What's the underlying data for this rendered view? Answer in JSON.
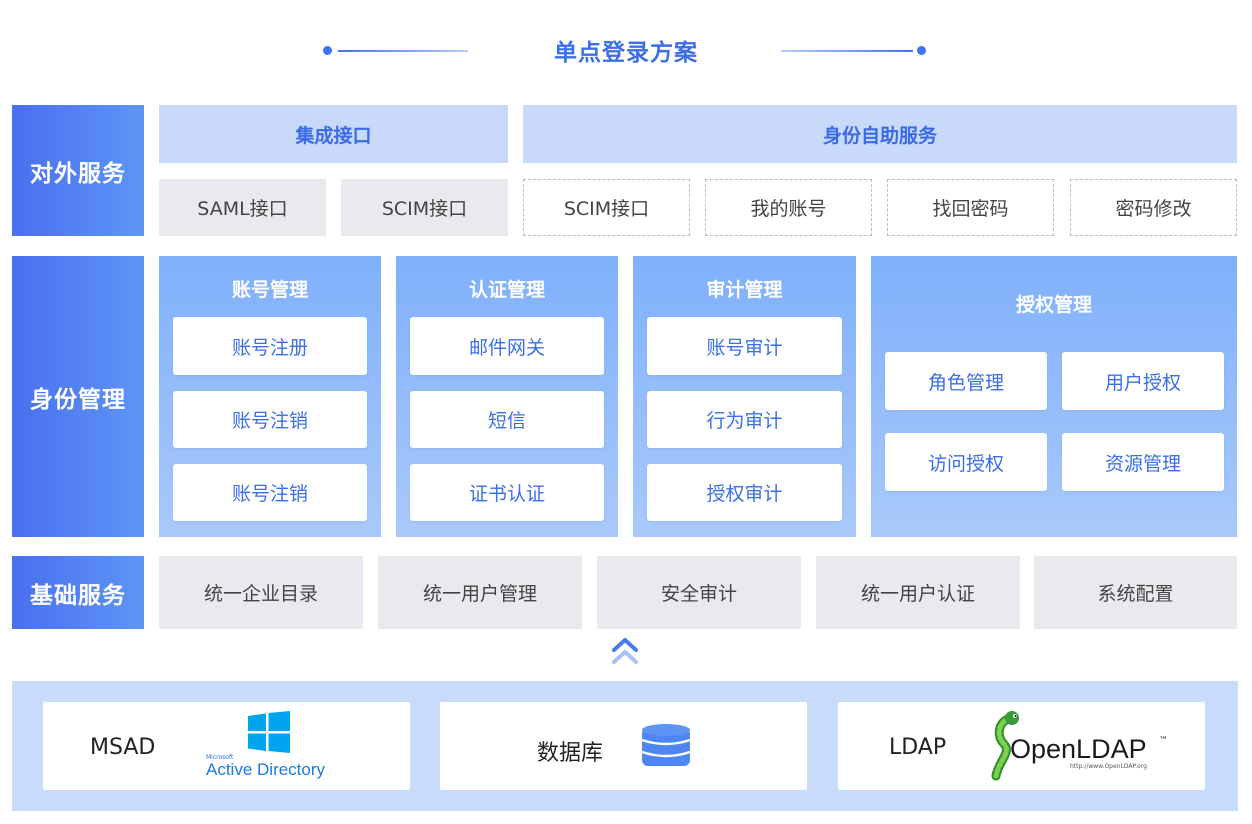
{
  "title": "单点登录方案",
  "rows": {
    "external": {
      "label": "对外服务",
      "integration": {
        "header": "集成接口",
        "items": [
          "SAML接口",
          "SCIM接口"
        ]
      },
      "self_service": {
        "header": "身份自助服务",
        "items": [
          "SCIM接口",
          "我的账号",
          "找回密码",
          "密码修改"
        ]
      }
    },
    "identity": {
      "label": "身份管理",
      "account": {
        "title": "账号管理",
        "items": [
          "账号注册",
          "账号注销",
          "账号注销"
        ]
      },
      "auth": {
        "title": "认证管理",
        "items": [
          "邮件网关",
          "短信",
          "证书认证"
        ]
      },
      "audit": {
        "title": "审计管理",
        "items": [
          "账号审计",
          "行为审计",
          "授权审计"
        ]
      },
      "authz": {
        "title": "授权管理",
        "items": [
          "角色管理",
          "用户授权",
          "访问授权",
          "资源管理"
        ]
      }
    },
    "base": {
      "label": "基础服务",
      "items": [
        "统一企业目录",
        "统一用户管理",
        "安全审计",
        "统一用户认证",
        "系统配置"
      ]
    }
  },
  "sources": {
    "msad": {
      "label": "MSAD",
      "logo_small": "Microsoft",
      "logo_text": "Active Directory",
      "icon": "windows-logo-icon"
    },
    "database": {
      "label": "数据库",
      "icon": "database-icon"
    },
    "ldap": {
      "label": "LDAP",
      "logo_text": "OpenLDAP",
      "logo_tm": "™",
      "logo_url": "http://www.OpenLDAP.org",
      "icon": "openldap-worm-icon"
    }
  },
  "colors": {
    "accent": "#3b6fe6",
    "side_label": "#4a6ff0",
    "panel": "#7fb0fb",
    "header_bar": "#c8d9fa",
    "grey_box": "#e8eaee",
    "bottom_bg": "#c9dbfb"
  }
}
